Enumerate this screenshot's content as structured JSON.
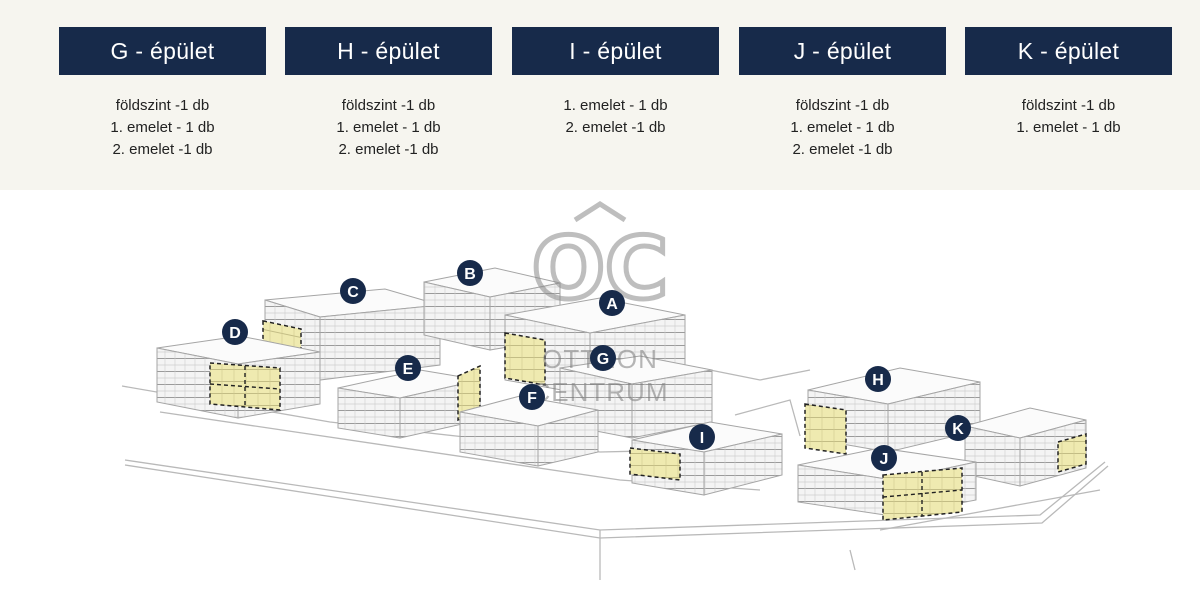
{
  "buildings": [
    {
      "title": "G - épület",
      "lines": [
        "földszint -1 db",
        "1. emelet - 1 db",
        "2. emelet -1 db"
      ]
    },
    {
      "title": "H - épület",
      "lines": [
        "földszint -1 db",
        "1. emelet - 1 db",
        "2. emelet -1 db"
      ]
    },
    {
      "title": "I - épület",
      "lines": [
        "1. emelet - 1 db",
        "2. emelet -1 db"
      ]
    },
    {
      "title": "J - épület",
      "lines": [
        "földszint -1 db",
        "1. emelet - 1 db",
        "2. emelet -1 db"
      ]
    },
    {
      "title": "K - épület",
      "lines": [
        "földszint -1 db",
        "1. emelet - 1 db"
      ]
    }
  ],
  "markers": [
    "A",
    "B",
    "C",
    "D",
    "E",
    "F",
    "G",
    "H",
    "I",
    "J",
    "K"
  ],
  "watermark": {
    "monogram": "OC",
    "line1": "OTTHON",
    "line2": "CENTRUM"
  },
  "colors": {
    "header_bg": "#172a4a",
    "panel_bg": "#f6f5ef",
    "highlight": "#efeab0",
    "marker": "#172a4a",
    "building_line": "#a8a8a8"
  }
}
